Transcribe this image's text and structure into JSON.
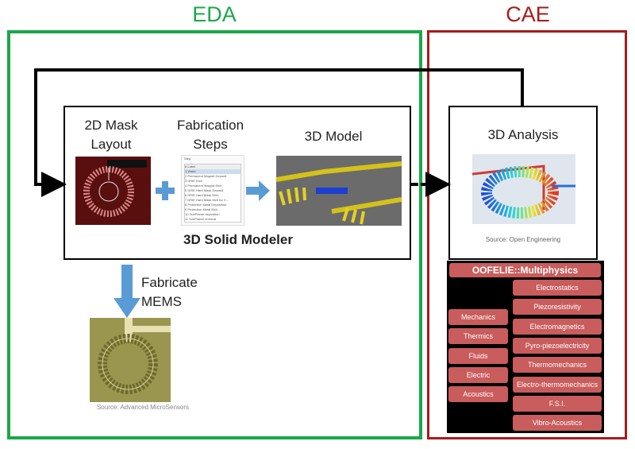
{
  "groups": {
    "eda": {
      "label": "EDA",
      "color": "#1aa84a"
    },
    "cae": {
      "label": "CAE",
      "color": "#a61c1c"
    }
  },
  "modeler": {
    "title": "3D Solid Modeler",
    "mask_layout": "2D Mask Layout",
    "fab_steps": "Fabrication Steps",
    "model": "3D Model",
    "steps_header": "Step",
    "steps_columns": [
      "#",
      "Label"
    ],
    "steps": [
      "1 Wafer",
      "2 Permanent Magnet Deposit",
      "3 DRIE Etch",
      "4 Permanent Magnet Etch",
      "5 DRIE Hard Mask Deposit",
      "6 DRIE Hard Mask Etch",
      "7 DRIE Hard Mask etch for X...",
      "8 Protection Metal Deposition",
      "9 Protection Metal Etch",
      "10 SubPlanar deposition",
      "11 SubPlanar removal"
    ]
  },
  "analysis": {
    "title": "3D Analysis",
    "source": "Source: Open Engineering"
  },
  "fabricate": {
    "label": "Fabricate MEMS",
    "source": "Source: Advanced MicroSensors"
  },
  "oofelie": {
    "title": "OOFELIE::Multiphysics",
    "left": [
      "Mechanics",
      "Thermics",
      "Fluids",
      "Electric",
      "Acoustics"
    ],
    "right": [
      "Electrostatics",
      "Piezoresistivity",
      "Electromagnetics",
      "Pyro-piezoelectricity",
      "Thermomechanics",
      "Electro-thermomechanics",
      "F.S.I.",
      "Vibro-Acoustics"
    ],
    "box_color": "#c95c5c"
  },
  "colors": {
    "arrow": "#000000",
    "blue_arrow": "#5b9bd5"
  }
}
